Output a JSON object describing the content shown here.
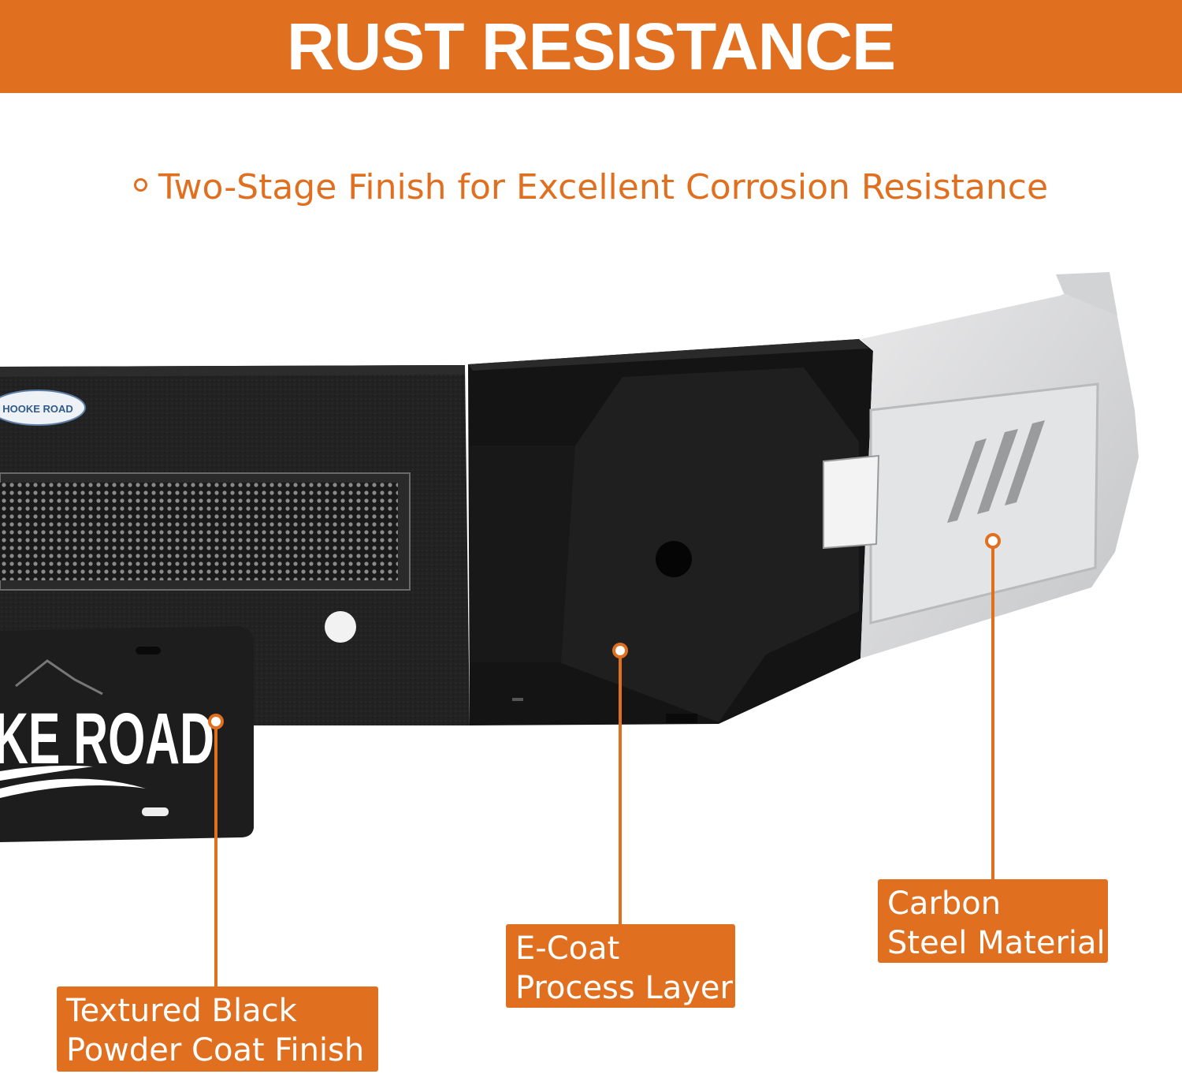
{
  "banner": {
    "title": "RUST RESISTANCE"
  },
  "subtitle": {
    "text": "Two-Stage Finish for Excellent Corrosion Resistance"
  },
  "product": {
    "logo_text": "HOOKE ROAD",
    "plate_text": "KE ROAD"
  },
  "callouts": [
    {
      "line1": "Textured Black",
      "line2": "Powder Coat Finish"
    },
    {
      "line1": "E-Coat",
      "line2": "Process Layer"
    },
    {
      "line1": "Carbon",
      "line2": "Steel Material"
    }
  ],
  "colors": {
    "accent": "#e0701f",
    "bumper_black": "#1c1c1c",
    "silver": "#d9dadb"
  }
}
